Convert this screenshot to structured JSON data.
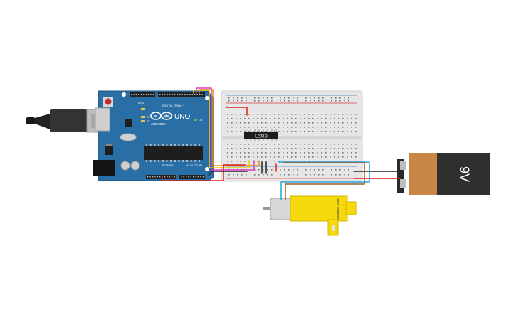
{
  "arduino": {
    "logo_text": "ARDUINO",
    "model_text": "UNO",
    "digital_label": "DIGITAL (PWM~)",
    "power_label": "POWER",
    "analog_label": "ANALOG IN",
    "on_label": "ON",
    "tx_label": "TX",
    "rx_label": "RX",
    "aref_label": "AREF",
    "colors": {
      "board": "#2a6ea6",
      "header": "#222222",
      "chip": "#1e1e1e"
    }
  },
  "driver_chip": {
    "label": "L293D"
  },
  "battery": {
    "label": "9V",
    "colors": {
      "body": "#2f2f2f",
      "cap": "#c98646"
    }
  },
  "motor": {
    "label": "Hobby Gearmotor",
    "colors": {
      "gearbox": "#f5d90c"
    }
  },
  "wire_colors": {
    "red": "#e0201c",
    "black": "#222222",
    "yellow": "#f0d000",
    "magenta": "#d83cc0",
    "orange": "#e88a20",
    "blue": "#2aa0e0",
    "brown": "#9a5a20"
  }
}
